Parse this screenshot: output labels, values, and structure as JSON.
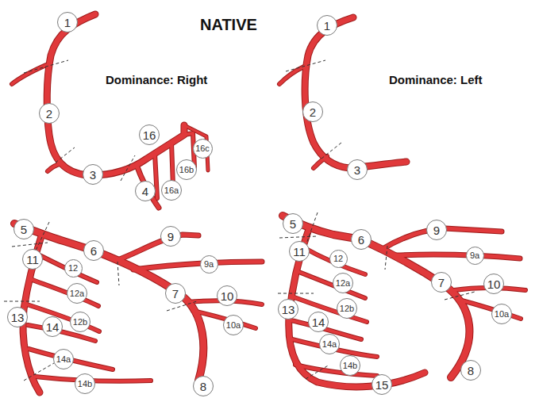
{
  "diagram": {
    "title": "NATIVE",
    "nodes": [
      {
        "text": [
          "1"
        ]
      },
      {
        "text": [
          "2"
        ]
      },
      {
        "text": [
          "16"
        ]
      },
      {
        "text": [
          "16c"
        ]
      },
      {
        "text": [
          "3"
        ]
      },
      {
        "text": [
          "16b"
        ]
      },
      {
        "text": [
          "4"
        ]
      },
      {
        "text": [
          "16a"
        ]
      },
      {
        "text": [
          "1"
        ]
      },
      {
        "text": [
          "2"
        ]
      },
      {
        "text": [
          "3"
        ]
      },
      {
        "text": [
          "5"
        ]
      },
      {
        "text": [
          "9"
        ]
      },
      {
        "text": [
          "11"
        ]
      },
      {
        "text": [
          "6"
        ]
      },
      {
        "text": [
          "12"
        ]
      },
      {
        "text": [
          "9a"
        ]
      },
      {
        "text": [
          "12a"
        ]
      },
      {
        "text": [
          "7"
        ]
      },
      {
        "text": [
          "10"
        ]
      },
      {
        "text": [
          "13"
        ]
      },
      {
        "text": [
          "12b"
        ]
      },
      {
        "text": [
          "14"
        ]
      },
      {
        "text": [
          "10a"
        ]
      },
      {
        "text": [
          "14a"
        ]
      },
      {
        "text": [
          "14b"
        ]
      },
      {
        "text": [
          "8"
        ]
      },
      {
        "text": [
          "5"
        ]
      },
      {
        "text": [
          "11"
        ]
      },
      {
        "text": [
          "6"
        ]
      },
      {
        "text": [
          "9"
        ]
      },
      {
        "text": [
          "12"
        ]
      },
      {
        "text": [
          "9a"
        ]
      },
      {
        "text": [
          "12a"
        ]
      },
      {
        "text": [
          "7"
        ]
      },
      {
        "text": [
          "10"
        ]
      },
      {
        "text": [
          "13"
        ]
      },
      {
        "text": [
          "12b"
        ]
      },
      {
        "text": [
          "10a"
        ]
      },
      {
        "text": [
          "14"
        ]
      },
      {
        "text": [
          "14a"
        ]
      },
      {
        "text": [
          "14b"
        ]
      },
      {
        "text": [
          "15"
        ]
      },
      {
        "text": [
          "8"
        ]
      }
    ],
    "labels": [
      "Dominance: Right",
      "Dominance: Left"
    ]
  }
}
